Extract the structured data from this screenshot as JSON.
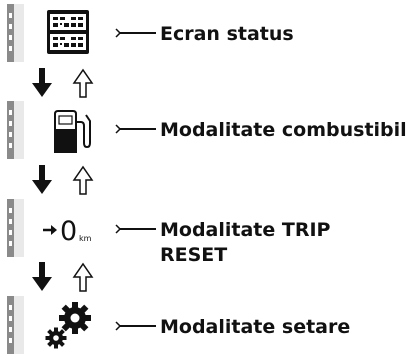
{
  "modes": [
    {
      "icon": "status-display-icon",
      "label": "Ecran status"
    },
    {
      "icon": "fuel-pump-icon",
      "label": "Modalitate combustibil"
    },
    {
      "icon": "trip-reset-icon",
      "label_lines": [
        "Modalitate TRIP",
        "RESET"
      ],
      "icon_text_zero": "0",
      "icon_text_unit": "km"
    },
    {
      "icon": "settings-gears-icon",
      "label": "Modalitate setare"
    }
  ],
  "colors": {
    "panel": "#e9e9e9",
    "stub": "#8a8a8a",
    "ink": "#111111",
    "screen": "#ffffff"
  }
}
